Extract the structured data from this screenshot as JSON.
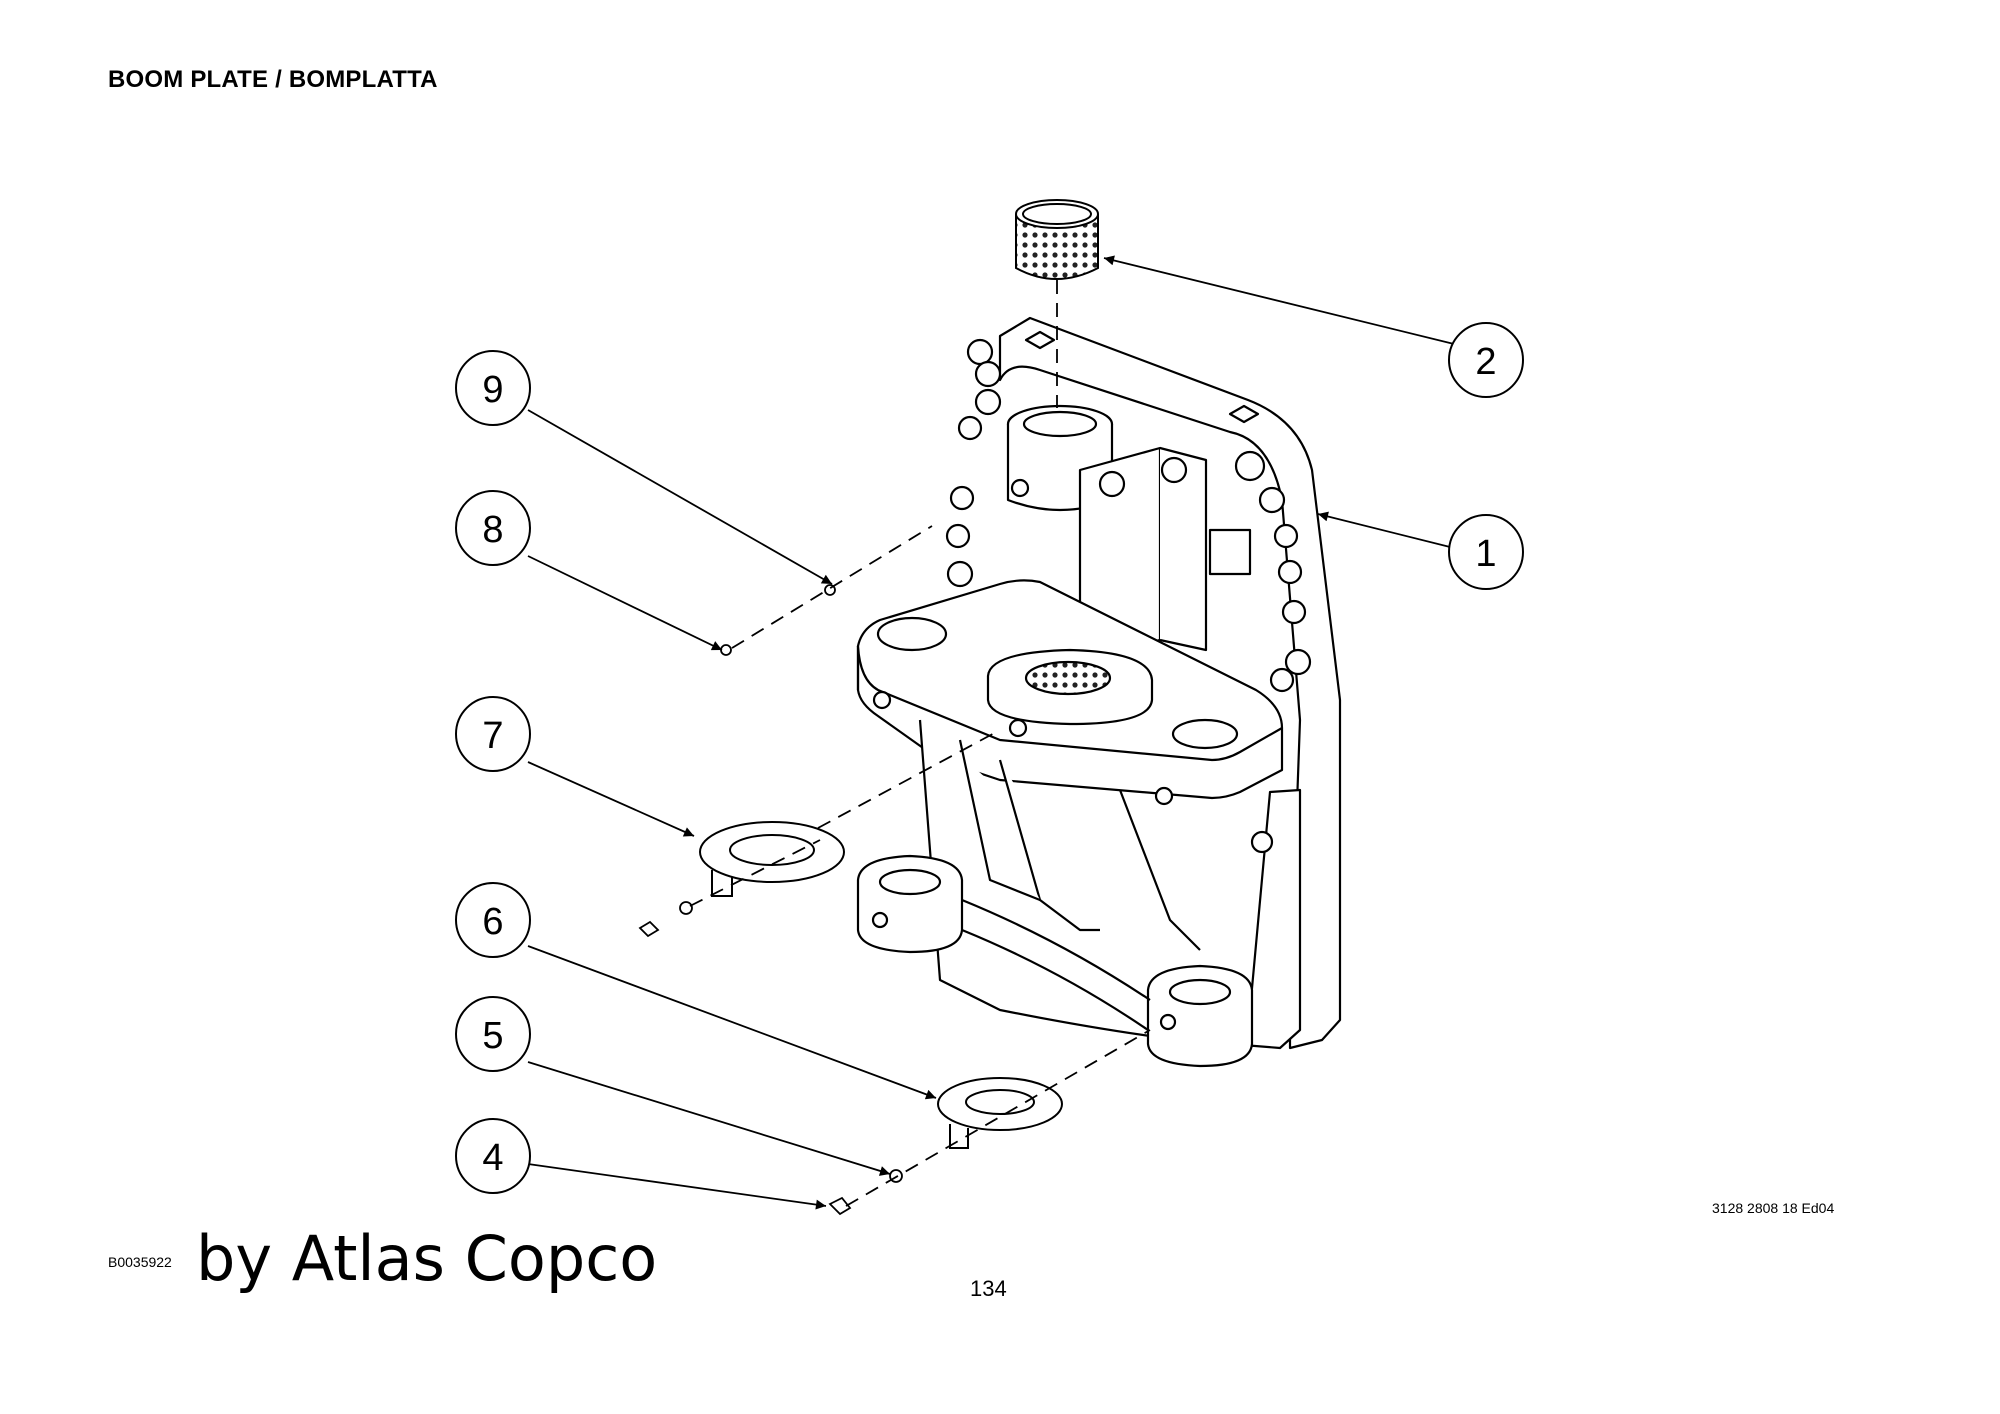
{
  "header": {
    "title": "BOOM PLATE / BOMPLATTA"
  },
  "footer": {
    "doc_reference": "3128 2808 18 Ed04",
    "figure_code": "B0035922",
    "watermark": "by Atlas Copco",
    "page_number": "134"
  },
  "callouts": [
    {
      "id": "1",
      "part": "boom-plate"
    },
    {
      "id": "2",
      "part": "perforated-bushing"
    },
    {
      "id": "4",
      "part": "screw-lower"
    },
    {
      "id": "5",
      "part": "washer-lower"
    },
    {
      "id": "6",
      "part": "shim-plate-lower"
    },
    {
      "id": "7",
      "part": "shim-plate-upper"
    },
    {
      "id": "8",
      "part": "screw-upper"
    },
    {
      "id": "9",
      "part": "grease-nipple"
    }
  ]
}
